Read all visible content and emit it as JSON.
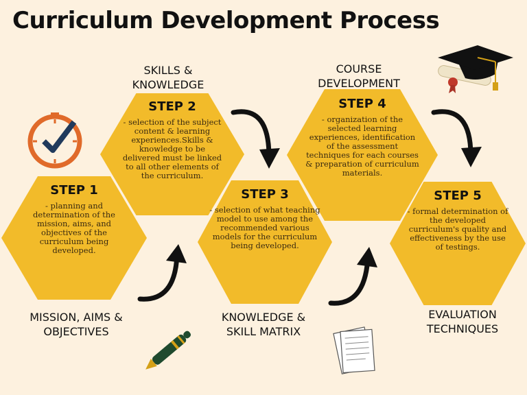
{
  "title": "Curriculum Development Process",
  "steps": [
    {
      "label": "STEP 1",
      "description": "- planning and determination of the mission, aims, and objectives of the curriculum being developed.",
      "caption": "MISSION, AIMS & OBJECTIVES"
    },
    {
      "label": "STEP 2",
      "description": "- selection of the subject content & learning experiences.Skills & knowledge to be delivered must be linked to all other elements of the curriculum.",
      "caption": "SKILLS & KNOWLEDGE"
    },
    {
      "label": "STEP 3",
      "description": "- selection of what teaching model to use among the recommended various models for the curriculum being developed.",
      "caption": "KNOWLEDGE & SKILL MATRIX"
    },
    {
      "label": "STEP 4",
      "description": "- organization of the selected learning experiences, identification of the assessment techniques for each courses & preparation of curriculum materials.",
      "caption": "COURSE DEVELOPMENT"
    },
    {
      "label": "STEP 5",
      "description": "- formal determination of the developed curriculum's quality and effectiveness by the use of testings.",
      "caption": "EVALUATION TECHNIQUES"
    }
  ],
  "colors": {
    "background": "#fdf1df",
    "hexagon": "#f2bb2a",
    "clock": "#e06a2a",
    "checkmark": "#203a5c",
    "pen": "#1f4a2e",
    "arrow": "#111111"
  },
  "icons": [
    "clock-check-icon",
    "graduation-cap-icon",
    "pen-icon",
    "papers-icon"
  ]
}
